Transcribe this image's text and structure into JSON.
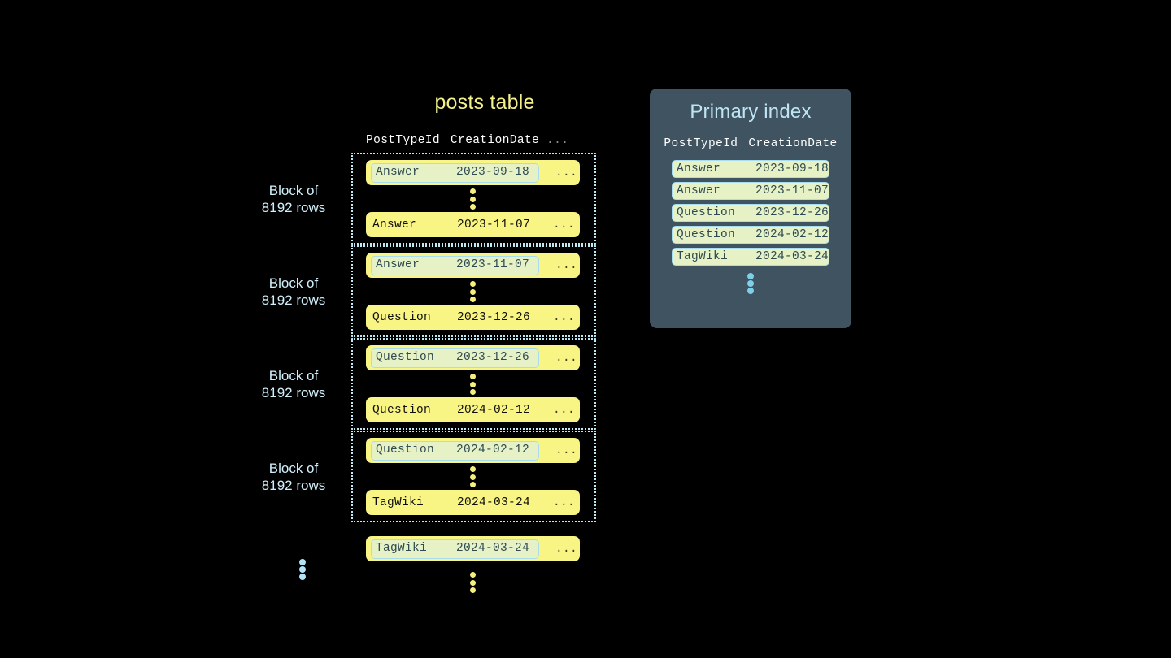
{
  "posts_table": {
    "title": "posts table",
    "columns": {
      "type": "PostTypeId",
      "date": "CreationDate",
      "rest": "..."
    },
    "block_label_line1": "Block of",
    "block_label_line2": "8192 rows",
    "blocks": [
      {
        "label_line1": "Block of",
        "label_line2": "8192 rows",
        "first_row": {
          "type": "Answer",
          "date": "2023-09-18",
          "rest": "...",
          "highlighted": true
        },
        "last_row": {
          "type": "Answer",
          "date": "2023-11-07",
          "rest": "...",
          "highlighted": false
        }
      },
      {
        "label_line1": "Block of",
        "label_line2": "8192 rows",
        "first_row": {
          "type": "Answer",
          "date": "2023-11-07",
          "rest": "...",
          "highlighted": true
        },
        "last_row": {
          "type": "Question",
          "date": "2023-12-26",
          "rest": "...",
          "highlighted": false
        }
      },
      {
        "label_line1": "Block of",
        "label_line2": "8192 rows",
        "first_row": {
          "type": "Question",
          "date": "2023-12-26",
          "rest": "...",
          "highlighted": true
        },
        "last_row": {
          "type": "Question",
          "date": "2024-02-12",
          "rest": "...",
          "highlighted": false
        }
      },
      {
        "label_line1": "Block of",
        "label_line2": "8192 rows",
        "first_row": {
          "type": "Question",
          "date": "2024-02-12",
          "rest": "...",
          "highlighted": true
        },
        "last_row": {
          "type": "TagWiki",
          "date": "2024-03-24",
          "rest": "...",
          "highlighted": false
        }
      }
    ],
    "tail_row": {
      "type": "TagWiki",
      "date": "2024-03-24",
      "rest": "...",
      "highlighted": true
    }
  },
  "primary_index": {
    "title": "Primary index",
    "columns": {
      "type": "PostTypeId",
      "date": "CreationDate"
    },
    "rows": [
      {
        "type": "Answer",
        "date": "2023-09-18"
      },
      {
        "type": "Answer",
        "date": "2023-11-07"
      },
      {
        "type": "Question",
        "date": "2023-12-26"
      },
      {
        "type": "Question",
        "date": "2024-02-12"
      },
      {
        "type": "TagWiki",
        "date": "2024-03-24"
      }
    ]
  },
  "colors": {
    "background": "#000000",
    "row_yellow": "#f9f584",
    "key_fill": "#e6f2c6",
    "key_border": "#a9dcec",
    "block_border": "#bfe9f5",
    "label_blue": "#cfeffb",
    "title_yellow": "#f4f08a",
    "panel_slate": "#3f5361",
    "index_title_blue": "#bfe4f4",
    "dot_yellow": "#f4ef7e",
    "dot_blue": "#b2e4f6",
    "index_dot_blue": "#7fcfe8"
  }
}
